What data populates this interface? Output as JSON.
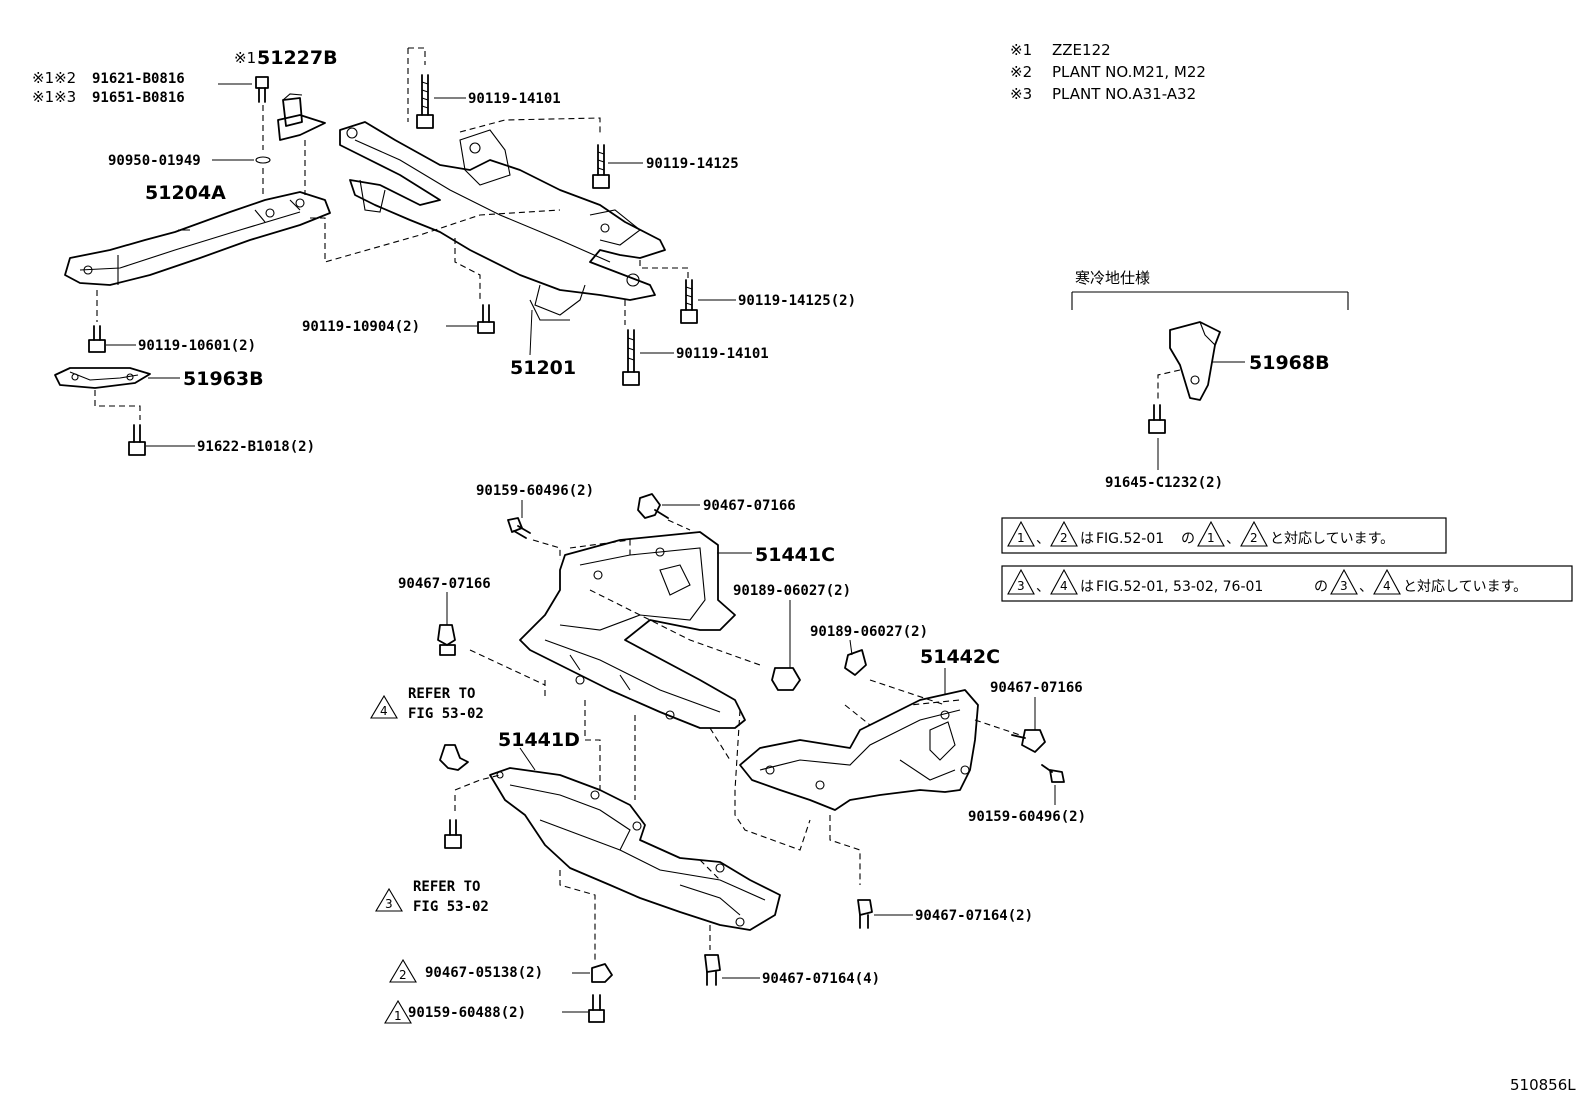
{
  "notes": [
    {
      "mark": "※1",
      "text": "ZZE122"
    },
    {
      "mark": "※2",
      "text": "PLANT NO.M21, M22"
    },
    {
      "mark": "※3",
      "text": "PLANT NO.A31-A32"
    }
  ],
  "cold_region": {
    "title": "寒冷地仕様"
  },
  "callouts": {
    "c51227B": "51227B",
    "c51227B_mark": "※1",
    "c91621": "91621-B0816",
    "c91621_mark": "※1※2",
    "c91651": "91651-B0816",
    "c91651_mark": "※1※3",
    "c90950": "90950-01949",
    "c51204A": "51204A",
    "c90119_14101_top": "90119-14101",
    "c90119_14125_a": "90119-14125",
    "c90119_14125_b": "90119-14125(2)",
    "c90119_14101_bot": "90119-14101",
    "c90119_10904": "90119-10904(2)",
    "c51201": "51201",
    "c90119_10601": "90119-10601(2)",
    "c51963B": "51963B",
    "c91622": "91622-B1018(2)",
    "c51968B": "51968B",
    "c91645": "91645-C1232(2)",
    "c90159_60496_top": "90159-60496(2)",
    "c90467_07166_top": "90467-07166",
    "c51441C": "51441C",
    "c90189_a": "90189-06027(2)",
    "c90467_07166_left": "90467-07166",
    "c90189_b": "90189-06027(2)",
    "c51442C": "51442C",
    "c90467_07166_right": "90467-07166",
    "c90159_60496_right": "90159-60496(2)",
    "refer4_line1": "REFER TO",
    "refer4_line2": "FIG 53-02",
    "refer3_line1": "REFER TO",
    "refer3_line2": "FIG 53-02",
    "c51441D": "51441D",
    "c90467_07164_a": "90467-07164(2)",
    "c90467_05138": "90467-05138(2)",
    "c90467_07164_b": "90467-07164(4)",
    "c90159_60488": "90159-60488(2)"
  },
  "correspondence": [
    {
      "marks": [
        "1",
        "2"
      ],
      "sep": "、",
      "ha": "は",
      "fig": "FIG.52-01",
      "no": "の",
      "tail": "と対応しています。"
    },
    {
      "marks": [
        "3",
        "4"
      ],
      "sep": "、",
      "ha": "は",
      "fig": "FIG.52-01, 53-02, 76-01",
      "no": "の",
      "tail": "と対応しています。"
    }
  ],
  "triangles": {
    "t1": "1",
    "t2": "2",
    "t3": "3",
    "t4": "4"
  },
  "figure_id": "510856L"
}
